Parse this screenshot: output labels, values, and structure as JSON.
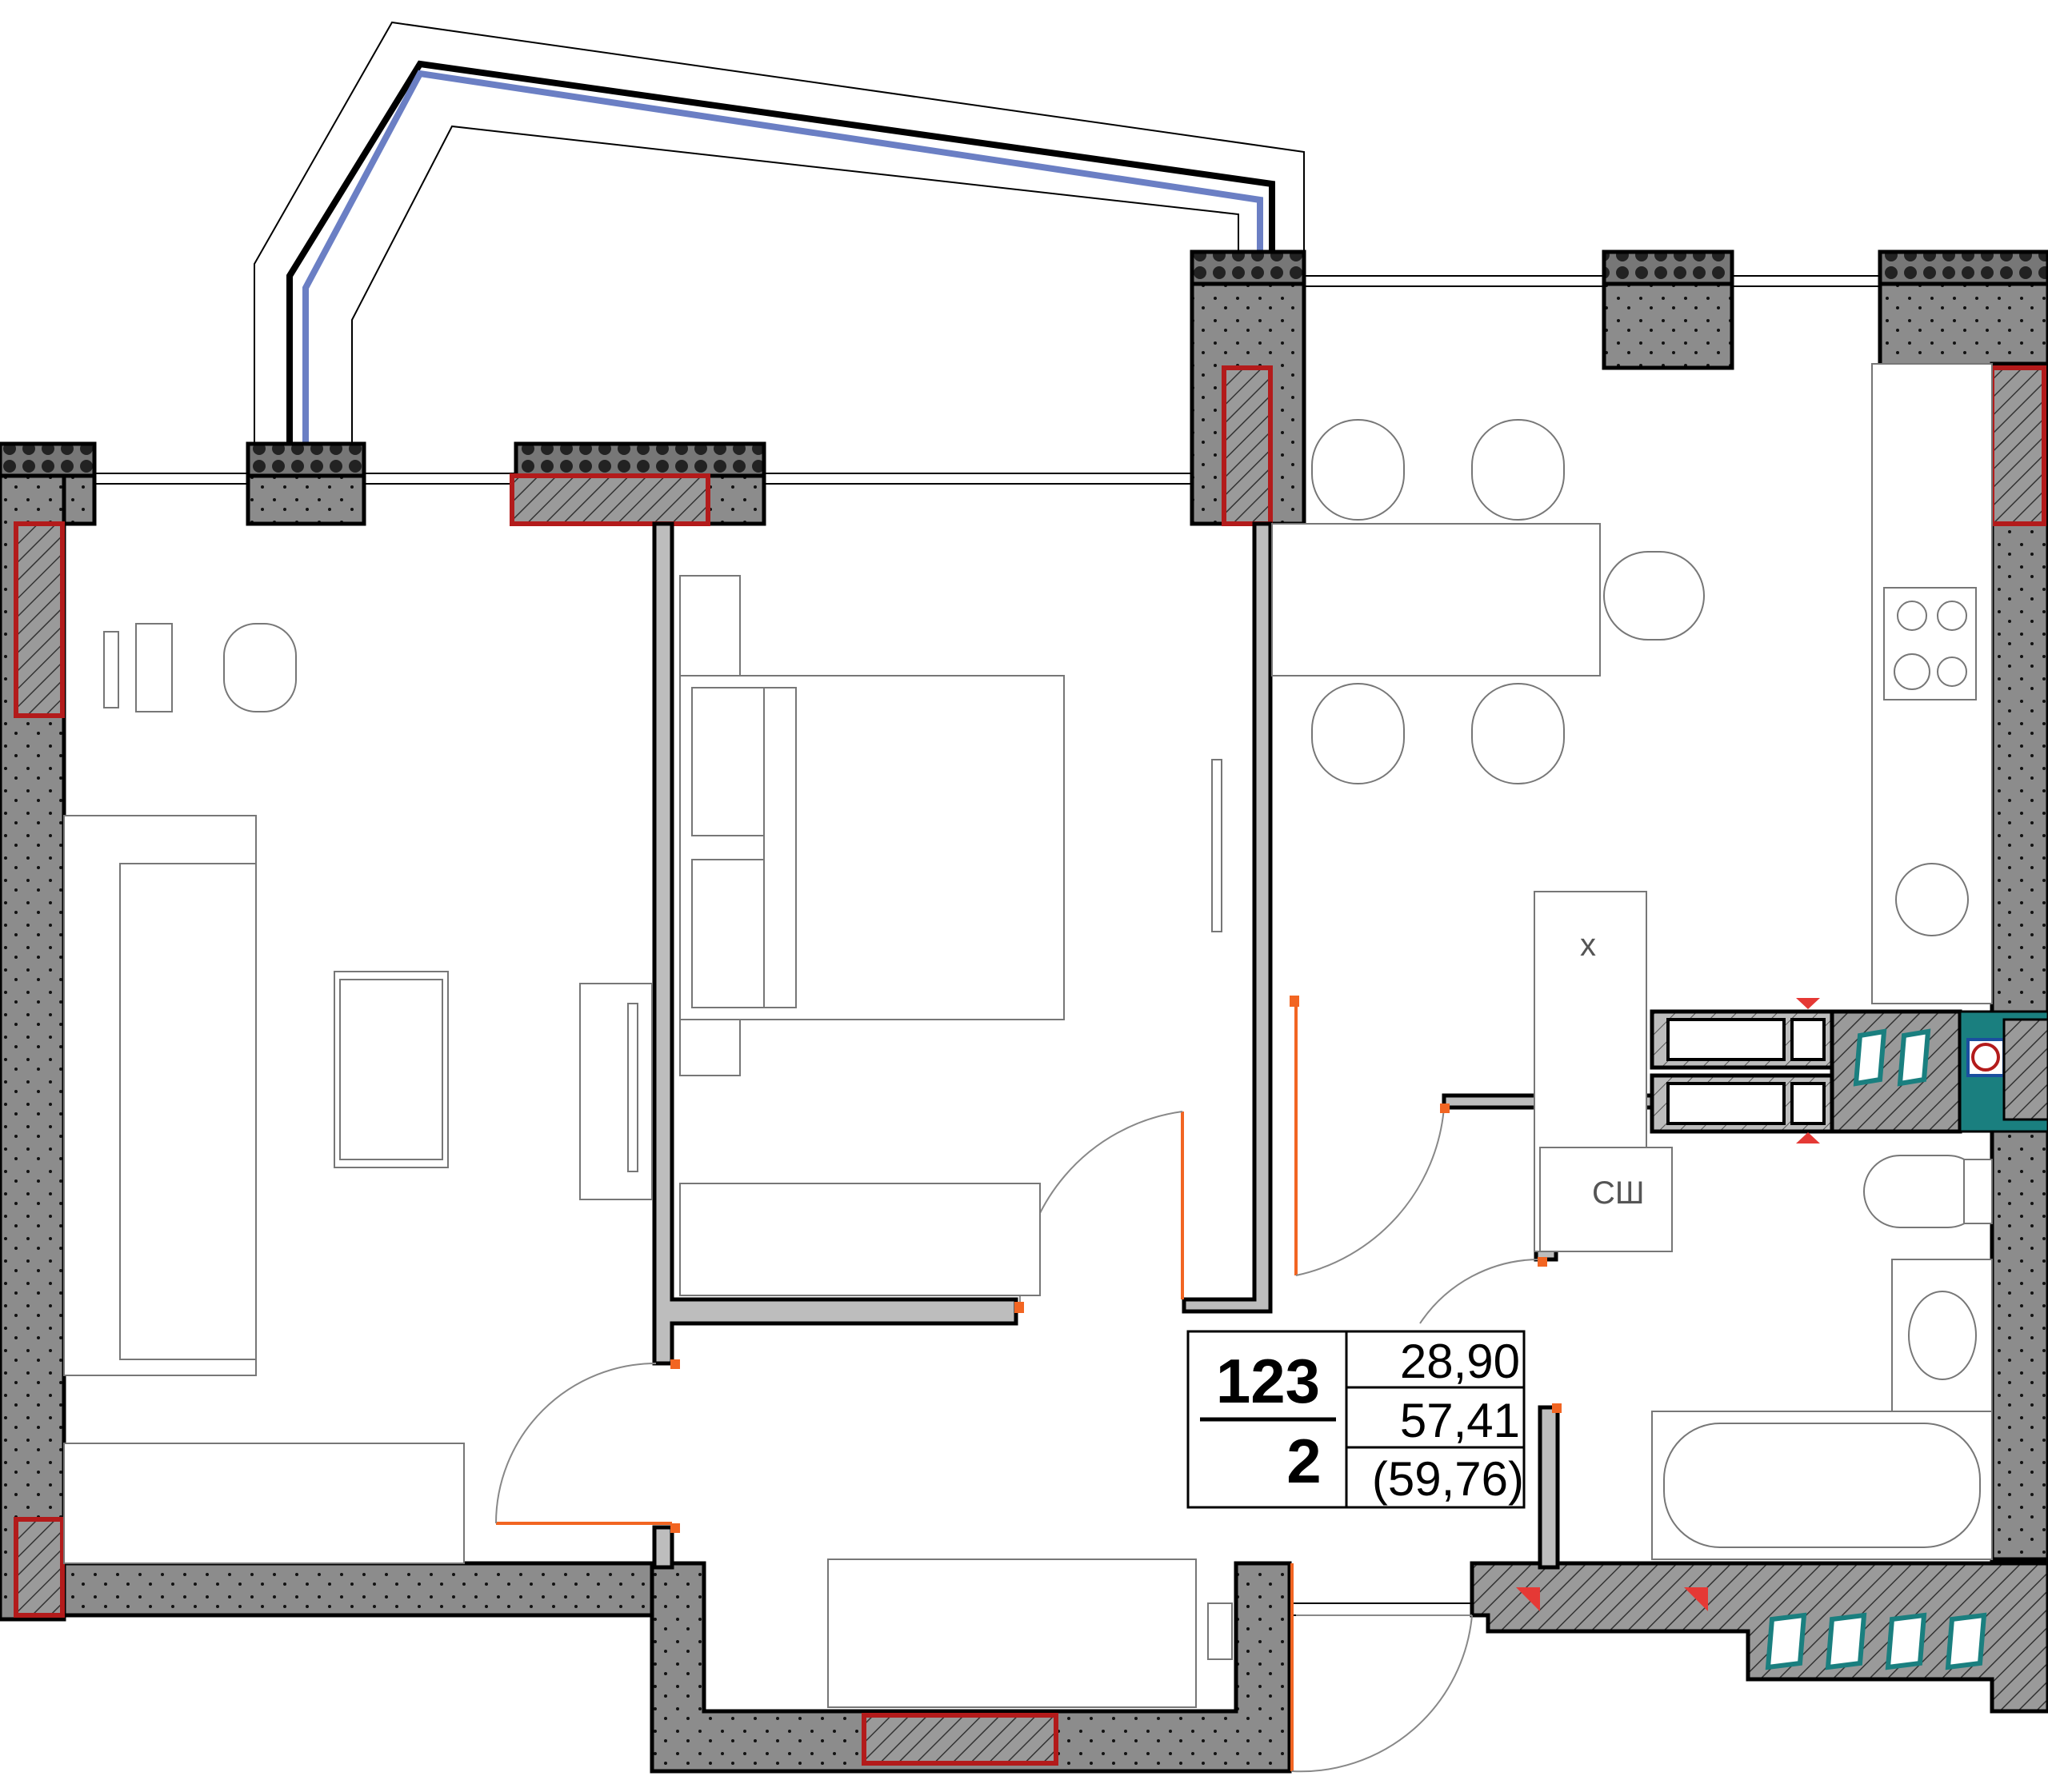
{
  "apartment": {
    "number": "123",
    "rooms": "2",
    "living_area": "28,90",
    "total_area": "57,41",
    "total_area_with_balcony": "(59,76)"
  },
  "room_labels": {
    "wardrobe": "х",
    "shaft": "СШ"
  },
  "colors": {
    "wall_fill": "#8a8a8a",
    "wall_outline": "#000000",
    "column_outline": "#b31b1b",
    "door_mark": "#f26522",
    "glazing": "#6b7fc4",
    "vent_teal": "#1a7f7f"
  }
}
